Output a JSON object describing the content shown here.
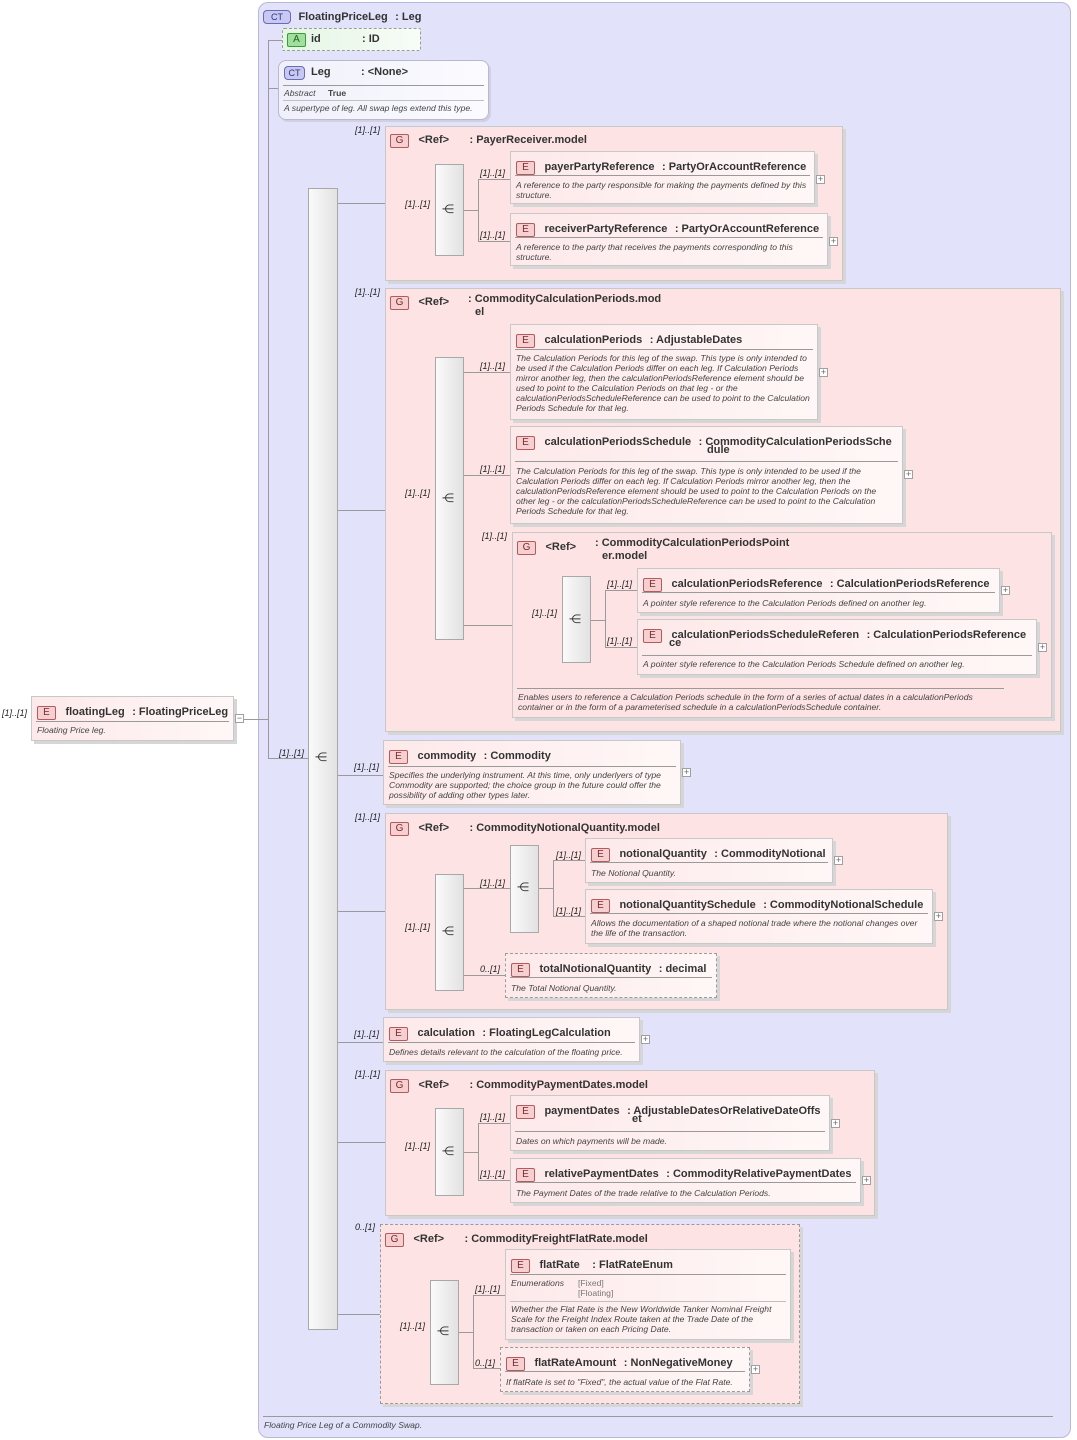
{
  "complex_type": {
    "badge": "CT",
    "title": "FloatingPriceLeg",
    "base_type": ": Leg",
    "footer": "Floating Price Leg of a Commodity Swap."
  },
  "attribute_id": {
    "badge": "A",
    "name": "id",
    "type": ": ID"
  },
  "leg": {
    "badge": "CT",
    "name": "Leg",
    "type": ": <None>",
    "abstract_label": "Abstract",
    "abstract_value": "True",
    "description": "A supertype of leg. All swap legs extend this type."
  },
  "root_element": {
    "cardinality": "[1]..[1]",
    "badge": "E",
    "name": "floatingLeg",
    "type": ": FloatingPriceLeg",
    "description": "Floating Price leg."
  },
  "main_sequence_cardinality": "[1]..[1]",
  "groups": {
    "payer_receiver": {
      "cardinality": "[1]..[1]",
      "ref": "<Ref>",
      "type": ": PayerReceiver.model",
      "seq_cardinality": "[1]..[1]",
      "elements": [
        {
          "cardinality": "[1]..[1]",
          "name": "payerPartyReference",
          "type": ": PartyOrAccountReference",
          "description": "A reference to the party responsible for making the payments defined by this structure."
        },
        {
          "cardinality": "[1]..[1]",
          "name": "receiverPartyReference",
          "type": ": PartyOrAccountReference",
          "description": "A reference to the party that receives the payments corresponding to this structure."
        }
      ]
    },
    "calc_periods": {
      "cardinality": "[1]..[1]",
      "ref": "<Ref>",
      "type_line1": ": CommodityCalculationPeriods.mod",
      "type_line2": "el",
      "seq_cardinality": "[1]..[1]",
      "elements": [
        {
          "cardinality": "[1]..[1]",
          "name": "calculationPeriods",
          "type": ": AdjustableDates",
          "description": "The Calculation Periods for this leg of the swap. This type is only intended to be used if the Calculation Periods differ on each leg. If Calculation Periods mirror another leg, then the calculationPeriodsReference element should be used to point to the Calculation Periods on that leg - or the calculationPeriodsScheduleReference can be used to point to the Calculation Periods Schedule for that leg."
        },
        {
          "cardinality": "[1]..[1]",
          "name": "calculationPeriodsSchedule",
          "type_line1": ": CommodityCalculationPeriodsSche",
          "type_line2": "dule",
          "description": "The Calculation Periods for this leg of the swap. This type is only intended to be used if the Calculation Periods differ on each leg. If Calculation Periods mirror another leg, then the calculationPeriodsReference element should be used to point to the Calculation Periods on the other leg - or the calculationPeriodsScheduleReference can be used to point to the Calculation Periods Schedule for that leg."
        }
      ],
      "pointer_group": {
        "cardinality": "[1]..[1]",
        "ref": "<Ref>",
        "type_line1": ": CommodityCalculationPeriodsPoint",
        "type_line2": "er.model",
        "seq_cardinality": "[1]..[1]",
        "elements": [
          {
            "cardinality": "[1]..[1]",
            "name": "calculationPeriodsReference",
            "type": ": CalculationPeriodsReference",
            "description": "A pointer style reference to the Calculation Periods defined on another leg."
          },
          {
            "cardinality": "[1]..[1]",
            "name_line1": "calculationPeriodsScheduleReferen",
            "name_line2": "ce",
            "type": ": CalculationPeriodsReference",
            "description": "A pointer style reference to the Calculation Periods Schedule defined on another leg."
          }
        ],
        "description": "Enables users to reference a Calculation Periods schedule in the form of a series of actual dates in a calculationPeriods container or in the form of a parameterised schedule in a calculationPeriodsSchedule container."
      }
    },
    "notional": {
      "cardinality": "[1]..[1]",
      "ref": "<Ref>",
      "type": ": CommodityNotionalQuantity.model",
      "seq_cardinality": "[1]..[1]",
      "choice_cardinality": "[1]..[1]",
      "elements": [
        {
          "cardinality": "[1]..[1]",
          "name": "notionalQuantity",
          "type": ": CommodityNotional",
          "description": "The Notional Quantity."
        },
        {
          "cardinality": "[1]..[1]",
          "name": "notionalQuantitySchedule",
          "type": ": CommodityNotionalSchedule",
          "description": "Allows the documentation of a shaped notional trade where the notional changes over the life of the transaction."
        },
        {
          "cardinality": "0..[1]",
          "name": "totalNotionalQuantity",
          "type": ": decimal",
          "description": "The Total Notional Quantity."
        }
      ]
    },
    "payment_dates": {
      "cardinality": "[1]..[1]",
      "ref": "<Ref>",
      "type": ": CommodityPaymentDates.model",
      "seq_cardinality": "[1]..[1]",
      "elements": [
        {
          "cardinality": "[1]..[1]",
          "name": "paymentDates",
          "type_line1": ": AdjustableDatesOrRelativeDateOffs",
          "type_line2": "et",
          "description": "Dates on which payments will be made."
        },
        {
          "cardinality": "[1]..[1]",
          "name": "relativePaymentDates",
          "type": ": CommodityRelativePaymentDates",
          "description": "The Payment Dates of the trade relative to the Calculation Periods."
        }
      ]
    },
    "freight": {
      "cardinality": "0..[1]",
      "ref": "<Ref>",
      "type": ": CommodityFreightFlatRate.model",
      "seq_cardinality": "[1]..[1]",
      "elements": [
        {
          "cardinality": "[1]..[1]",
          "name": "flatRate",
          "type": ": FlatRateEnum",
          "enum_label": "Enumerations",
          "enum_values": [
            "[Fixed]",
            "[Floating]"
          ],
          "description": "Whether the Flat Rate is the New Worldwide Tanker Nominal Freight Scale for the Freight Index Route taken at the Trade Date of the transaction or taken on each Pricing Date."
        },
        {
          "cardinality": "0..[1]",
          "name": "flatRateAmount",
          "type": ": NonNegativeMoney",
          "description": "If flatRate is set to \"Fixed\", the actual value of the Flat Rate."
        }
      ]
    }
  },
  "commodity": {
    "cardinality": "[1]..[1]",
    "name": "commodity",
    "type": ": Commodity",
    "description": "Specifies the underlying instrument. At this time, only underlyers of type Commodity are supported; the choice group in the future could offer the possibility of adding other types later."
  },
  "calculation": {
    "cardinality": "[1]..[1]",
    "name": "calculation",
    "type": ": FloatingLegCalculation",
    "description": "Defines details relevant to the calculation of the floating price."
  },
  "ui": {
    "expand_symbol": "+",
    "collapse_symbol": "−",
    "sequence_icon": "⋲",
    "element_badge": "E",
    "group_badge": "G"
  }
}
